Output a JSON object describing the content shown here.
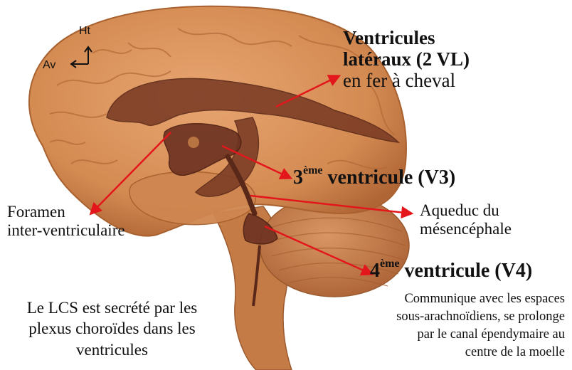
{
  "orientation": {
    "up_label": "Ht",
    "front_label": "Av"
  },
  "labels": {
    "lateral_ventricles": {
      "title_line1": "Ventricules",
      "title_line2": "latéraux (2 VL)",
      "subtitle": "en fer à cheval"
    },
    "third_ventricle": {
      "prefix": "3",
      "superscript": "ème",
      "text": " ventricule (V3)"
    },
    "fourth_ventricle": {
      "prefix": "4",
      "superscript": "ème",
      "text": " ventricule (V4)"
    },
    "foramen": {
      "line1": "Foramen",
      "line2": "inter-ventriculaire"
    },
    "aqueduct": {
      "line1": "Aqueduc du",
      "line2": "mésencéphale"
    },
    "fourth_description": [
      "Communique avec les espaces",
      "sous-arachnoïdiens, se prolonge",
      "par le canal épendymaire au",
      "centre de la moelle"
    ],
    "csf_note": "Le LCS est secrété par les plexus choroïdes dans les ventricules"
  },
  "colors": {
    "brain": "#d9925a",
    "brain_shadow": "#b76a37",
    "cerebellum": "#c9824e",
    "ventricles": "#6e3322",
    "arrows": "#e3161b"
  }
}
